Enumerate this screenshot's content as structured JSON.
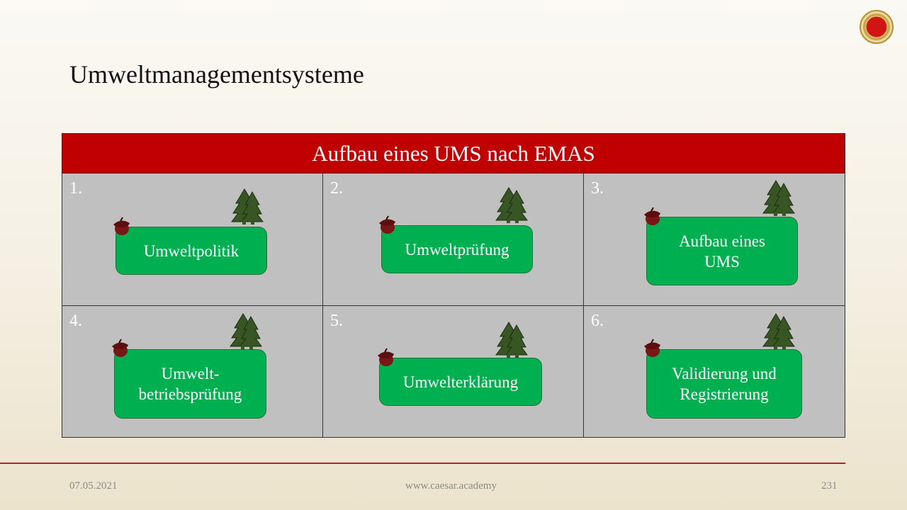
{
  "slide": {
    "title": "Umweltmanagementsysteme"
  },
  "table": {
    "header": "Aufbau eines UMS nach EMAS",
    "cells": [
      {
        "number": "1.",
        "lines": [
          "Umweltpolitik"
        ]
      },
      {
        "number": "2.",
        "lines": [
          "Umweltprüfung"
        ]
      },
      {
        "number": "3.",
        "lines": [
          "Aufbau eines",
          "UMS"
        ]
      },
      {
        "number": "4.",
        "lines": [
          "Umwelt-",
          "betriebsprüfung"
        ]
      },
      {
        "number": "5.",
        "lines": [
          "Umwelterklärung"
        ]
      },
      {
        "number": "6.",
        "lines": [
          "Validierung und",
          "Registrierung"
        ]
      }
    ]
  },
  "footer": {
    "date": "07.05.2021",
    "url": "www.caesar.academy",
    "page": "231"
  },
  "icons": {
    "logo": "caesar-seal-icon",
    "acorn": "acorn-icon",
    "trees": "trees-icon"
  },
  "colors": {
    "header_red": "#c00000",
    "box_green": "#00b050",
    "cell_gray": "#c0c0c0",
    "accent_line": "#b52424"
  }
}
